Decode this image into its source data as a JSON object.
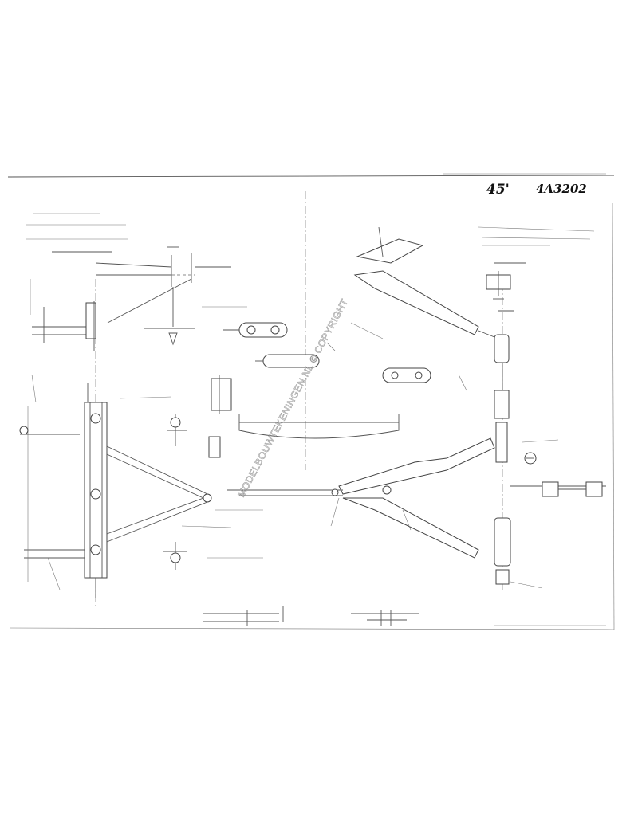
{
  "sheet": {
    "handwritten_scale": "45'",
    "handwritten_code": "4A3202",
    "watermark": "MODELBOUWTEKENINGEN.NL © COPYRIGHT"
  }
}
